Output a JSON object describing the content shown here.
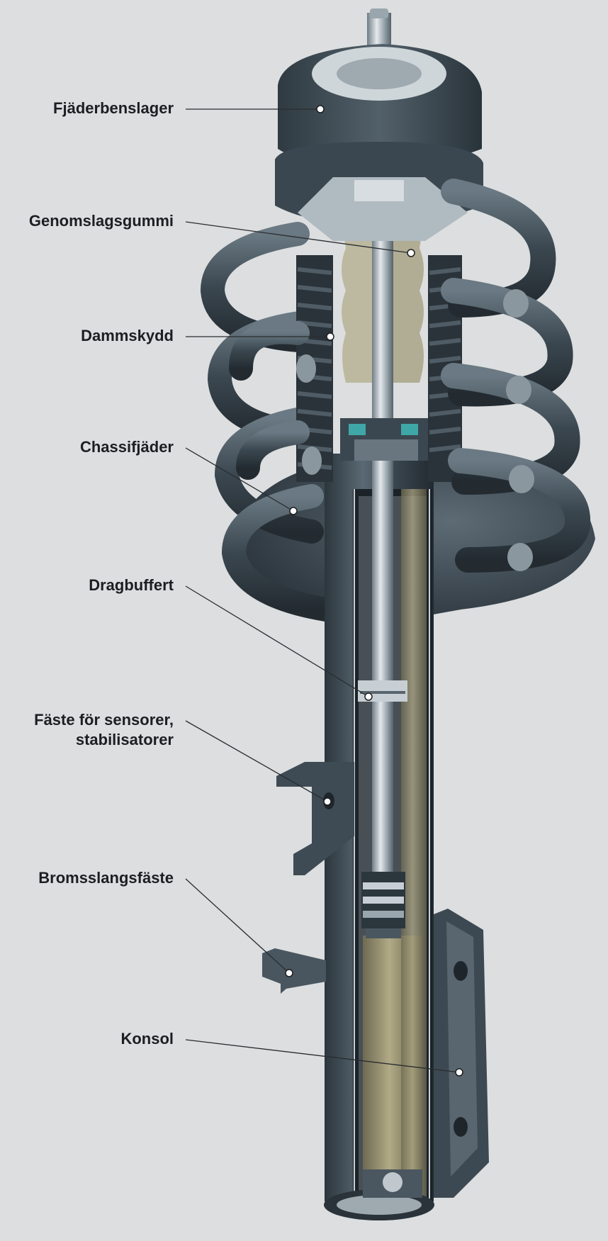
{
  "callouts": [
    {
      "id": "fjaderbenslager",
      "lines": [
        "Fjäderbenslager"
      ]
    },
    {
      "id": "genomslagsgummi",
      "lines": [
        "Genomslagsgummi"
      ]
    },
    {
      "id": "dammskydd",
      "lines": [
        "Dammskydd"
      ]
    },
    {
      "id": "chassifjader",
      "lines": [
        "Chassifjäder"
      ]
    },
    {
      "id": "dragbuffert",
      "lines": [
        "Dragbuffert"
      ]
    },
    {
      "id": "faste-sensorer",
      "lines": [
        "Fäste för sensorer,",
        "stabilisatorer"
      ]
    },
    {
      "id": "bromsslangsfaste",
      "lines": [
        "Bromsslangsfäste"
      ]
    },
    {
      "id": "konsol",
      "lines": [
        "Konsol"
      ]
    }
  ],
  "colors": {
    "background": "#dcdedf",
    "metal_dark": "#3b4750",
    "metal_mid": "#55636d",
    "metal_light": "#9aa6ad",
    "rubber_beige": "#b5b39c",
    "oil_tan": "#8e8768",
    "accent_teal": "#3fa7a8"
  }
}
